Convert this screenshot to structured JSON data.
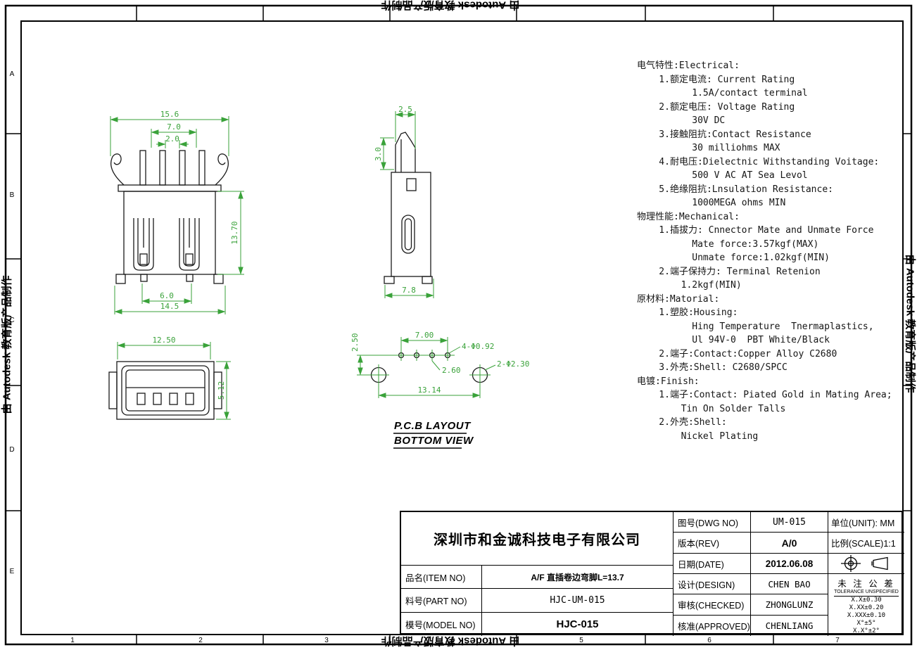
{
  "watermark": {
    "text": "由 Autodesk 教育版产品制作"
  },
  "border": {
    "cols": [
      "1",
      "2",
      "3",
      "4",
      "5",
      "6",
      "7"
    ],
    "rows": [
      "A",
      "B",
      "C",
      "D",
      "E"
    ]
  },
  "specs": {
    "lines": [
      "电气特性:Electrical:",
      "    1.额定电流: Current Rating",
      "          1.5A/contact terminal",
      "    2.额定电压: Voltage Rating",
      "          30V DC",
      "    3.接触阻抗:Contact Resistance",
      "          30 milliohms MAX",
      "    4.耐电压:Dielectnic Withstanding Voitage:",
      "          500 V AC AT Sea Levol",
      "    5.绝缘阻抗:Lnsulation Resistance:",
      "          1000MEGA ohms MIN",
      "物理性能:Mechanical:",
      "    1.插拔力: Cnnector Mate and Unmate Force",
      "          Mate force:3.57kgf(MAX)",
      "          Unmate force:1.02kgf(MIN)",
      "    2.端子保持力: Terminal Retenion",
      "        1.2kgf(MIN)",
      "原材料:Matorial:",
      "    1.塑胶:Housing:",
      "          Hing Temperature  Tnermaplastics,",
      "          Ul 94V-0  PBT White/Black",
      "    2.端子:Contact:Copper Alloy C2680",
      "    3.外壳:Shell: C2680/SPCC",
      "电镀:Finish:",
      "    1.端子:Contact: Piated Gold in Mating Area;",
      "        Tin On Solder Talls",
      "    2.外壳:Shell:",
      "        Nickel Plating"
    ]
  },
  "views": {
    "front": {
      "dim_top_width": "15.6",
      "dim_pin_span": "7.0",
      "dim_pin_pitch": "2.0",
      "dim_height": "13.70",
      "dim_feet_span": "6.0",
      "dim_bottom_width": "14.5"
    },
    "side": {
      "dim_pin_width": "2.5",
      "dim_pin_height": "3.0",
      "dim_depth": "7.8"
    },
    "bottom": {
      "dim_width": "12.50",
      "dim_height": "5.12"
    },
    "pcb": {
      "dim_row_offset": "2.50",
      "dim_pin_span": "7.00",
      "dim_small_holes": "4-Φ0.92",
      "dim_row_gap": "2.60",
      "dim_big_holes": "2-Φ2.30",
      "dim_hole_span": "13.14",
      "label_line1": "P.C.B LAYOUT",
      "label_line2": "BOTTOM VIEW"
    }
  },
  "title_block": {
    "company": "深圳市和金诚科技电子有限公司",
    "item_label": "品名(ITEM NO)",
    "item_value": "A/F 直插卷边弯脚L=13.7",
    "part_label": "料号(PART NO)",
    "part_value": "HJC-UM-015",
    "model_label": "模号(MODEL NO)",
    "model_value": "HJC-015",
    "dwg_label": "图号(DWG NO)",
    "dwg_value": "UM-015",
    "unit_label": "单位(UNIT): MM",
    "rev_label": "版本(REV)",
    "rev_value": "A/0",
    "scale_label": "比例(SCALE)1:1",
    "date_label": "日期(DATE)",
    "date_value": "2012.06.08",
    "design_label": "设计(DESIGN)",
    "design_value": "CHEN BAO",
    "checked_label": "审核(CHECKED)",
    "checked_value": "ZHONGLUNZ",
    "approved_label": "核准(APPROVED)",
    "approved_value": "CHENLIANG",
    "tolerance_title": "未 注 公 差",
    "tolerance_subtitle": "TOLERANCE UNSPECIFIED",
    "tolerances": [
      {
        "k": "X.X",
        "v": "±0.30"
      },
      {
        "k": "X.XX",
        "v": "±0.20"
      },
      {
        "k": "X.XXX",
        "v": "±0.10"
      },
      {
        "k": "X°",
        "v": "±5°"
      },
      {
        "k": "X.X°",
        "v": "±2°"
      }
    ]
  }
}
